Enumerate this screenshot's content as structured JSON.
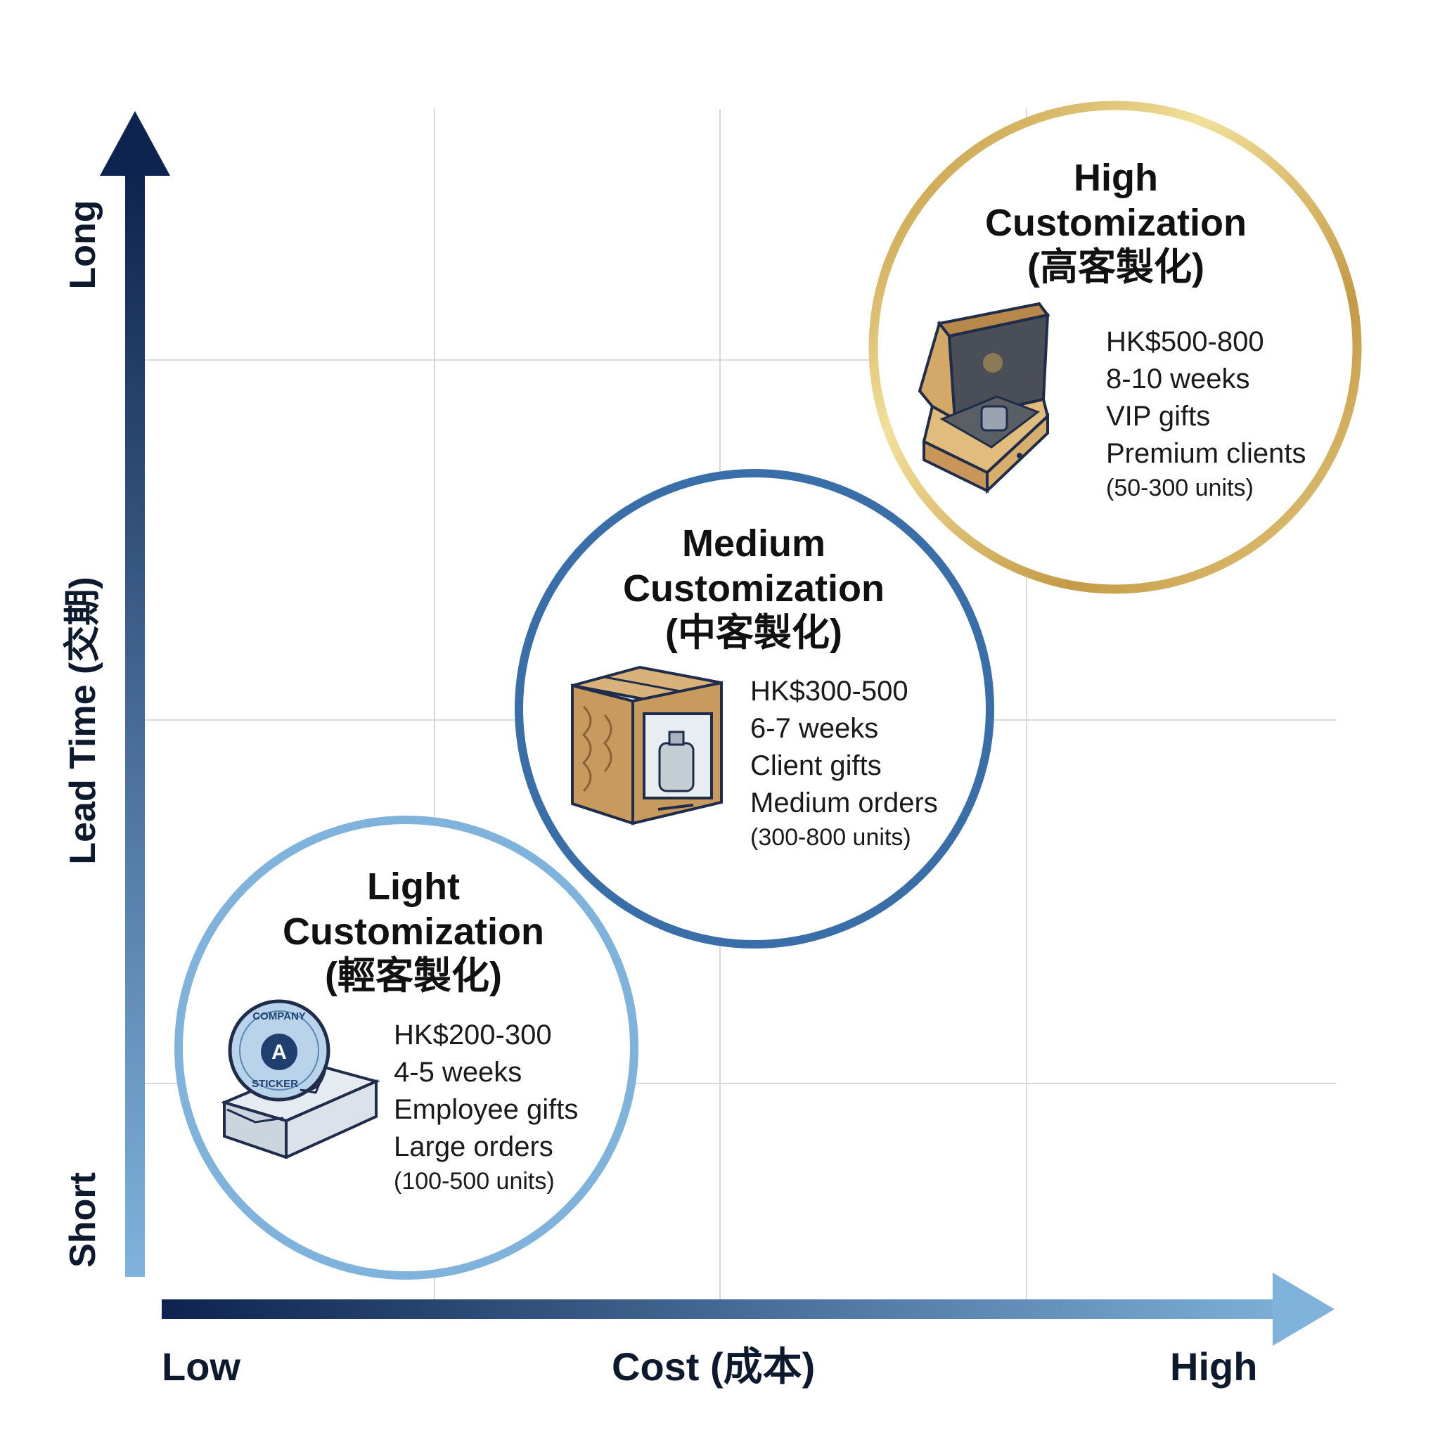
{
  "axes": {
    "y": {
      "label": "Lead Time (交期)",
      "low": "Short",
      "high": "Long"
    },
    "x": {
      "label": "Cost (成本)",
      "low": "Low",
      "high": "High"
    }
  },
  "tiers": {
    "light": {
      "title_line1": "Light",
      "title_line2": "Customization",
      "title_line3": "(輕客製化)",
      "price": "HK$200-300",
      "lead_time": "4-5 weeks",
      "use": "Employee gifts",
      "order_size": "Large orders",
      "units": "(100-500 units)",
      "ring_color": "#7fb3dc",
      "sticker_text_top": "COMPANY",
      "sticker_text_bottom": "STICKER",
      "sticker_letter": "A"
    },
    "medium": {
      "title_line1": "Medium",
      "title_line2": "Customization",
      "title_line3": "(中客製化)",
      "price": "HK$300-500",
      "lead_time": "6-7 weeks",
      "use": "Client gifts",
      "order_size": "Medium orders",
      "units": "(300-800 units)",
      "ring_color": "#3a6ea8"
    },
    "high": {
      "title_line1": "High",
      "title_line2": "Customization",
      "title_line3": "(高客製化)",
      "price": "HK$500-800",
      "lead_time": "8-10 weeks",
      "use": "VIP gifts",
      "order_size": "Premium clients",
      "units": "(50-300 units)",
      "ring_color": "#c9a54f"
    }
  },
  "colors": {
    "axis_dark": "#0d2350",
    "axis_light": "#7fb3dc",
    "gold": "#c9a54f",
    "kraft": "#c89a5e"
  }
}
